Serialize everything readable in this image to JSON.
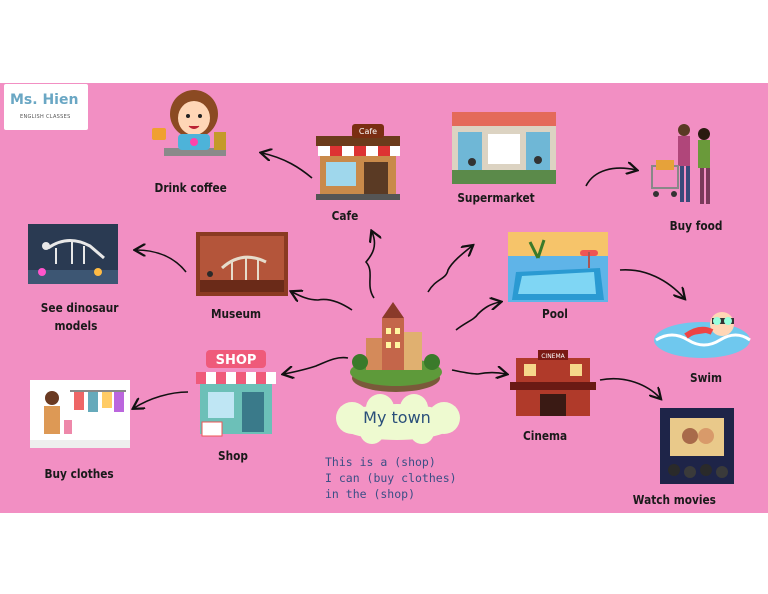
{
  "logo": {
    "name": "Ms. Hien",
    "subtitle": "ENGLISH CLASSES"
  },
  "center": {
    "label": "My town"
  },
  "sentence": {
    "line1": "This is a (shop)",
    "line2": "I can (buy clothes)",
    "line3": "in the (shop)"
  },
  "places": {
    "cafe": "Cafe",
    "supermarket": "Supermarket",
    "museum": "Museum",
    "pool": "Pool",
    "shop": "Shop",
    "cinema": "Cinema"
  },
  "activities": {
    "drink_coffee": "Drink coffee",
    "buy_food": "Buy food",
    "see_dinosaur_line1": "See dinosaur",
    "see_dinosaur_line2": "models",
    "swim": "Swim",
    "buy_clothes": "Buy clothes",
    "watch_movies": "Watch movies"
  },
  "colors": {
    "background": "#f28fc3",
    "cloud": "#eefad0",
    "text_blue": "#3b4f86",
    "logo_blue": "#6aa7c4"
  },
  "icons": [
    "girl-drinking-coffee-icon",
    "cafe-building-icon",
    "supermarket-icon",
    "family-shopping-cart-icon",
    "dinosaur-skeleton-icon",
    "museum-hall-icon",
    "pool-icon",
    "child-swimming-icon",
    "town-island-icon",
    "clothes-shop-icon",
    "shop-building-icon",
    "cinema-building-icon",
    "movie-screen-icon"
  ]
}
